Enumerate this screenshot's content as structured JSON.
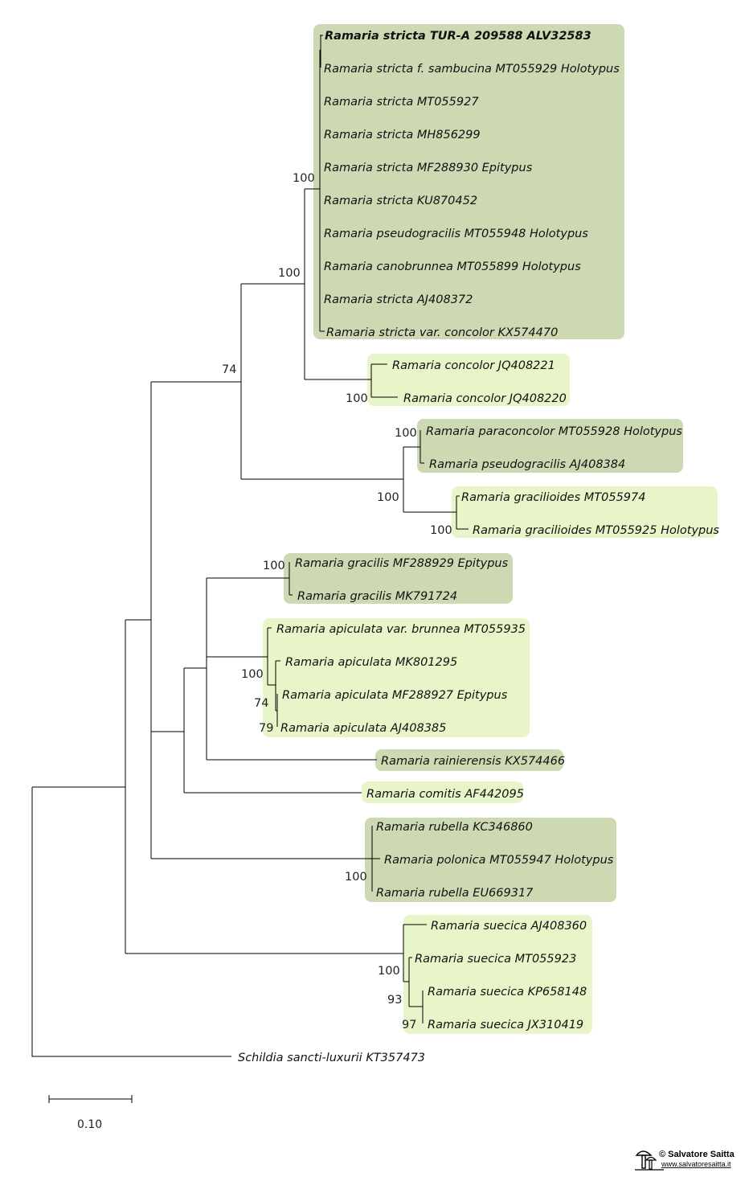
{
  "colors": {
    "dark_clade": "#cdd9b2",
    "light_clade": "#e8f5c8",
    "branch": "#000000"
  },
  "taxa": [
    "Ramaria stricta TUR-A 209588 ALV32583",
    "Ramaria stricta f. sambucina MT055929 Holotypus",
    "Ramaria stricta MT055927",
    "Ramaria stricta MH856299",
    "Ramaria stricta MF288930 Epitypus",
    "Ramaria stricta KU870452",
    "Ramaria pseudogracilis MT055948 Holotypus",
    "Ramaria canobrunnea MT055899 Holotypus",
    "Ramaria stricta AJ408372",
    "Ramaria stricta var. concolor KX574470",
    "Ramaria concolor JQ408221",
    "Ramaria concolor JQ408220",
    "Ramaria paraconcolor MT055928 Holotypus",
    "Ramaria pseudogracilis AJ408384",
    "Ramaria gracilioides MT055974",
    "Ramaria gracilioides MT055925 Holotypus",
    "Ramaria gracilis MF288929 Epitypus",
    "Ramaria gracilis MK791724",
    "Ramaria apiculata var. brunnea MT055935",
    "Ramaria apiculata MK801295",
    "Ramaria apiculata MF288927 Epitypus",
    "Ramaria apiculata AJ408385",
    "Ramaria rainierensis KX574466",
    "Ramaria comitis AF442095",
    "Ramaria rubella KC346860",
    "Ramaria polonica MT055947 Holotypus",
    "Ramaria rubella EU669317",
    "Ramaria suecica AJ408360",
    "Ramaria suecica MT055923",
    "Ramaria suecica KP658148",
    "Ramaria suecica JX310419",
    "Schildia sancti-luxurii KT357473"
  ],
  "support_values": [
    "100",
    "100",
    "74",
    "100",
    "100",
    "100",
    "100",
    "100",
    "100",
    "74",
    "79",
    "100",
    "100",
    "93",
    "97"
  ],
  "scale_bar": {
    "label": "0.10",
    "value": 0.1
  },
  "credit": {
    "name": "© Salvatore Saitta",
    "url": "www.salvatoresaitta.it"
  }
}
